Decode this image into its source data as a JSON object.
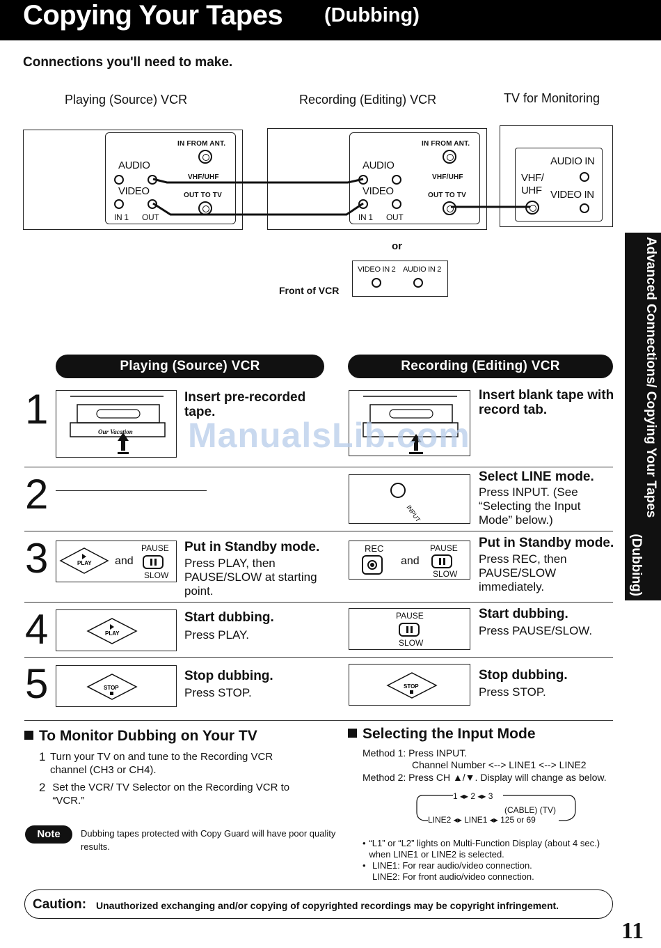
{
  "header": {
    "title": "Copying Your Tapes",
    "title_paren": "(Dubbing)"
  },
  "connections": {
    "heading": "Connections you'll need to make.",
    "source_vcr_label": "Playing (Source) VCR",
    "recording_vcr_label": "Recording (Editing) VCR",
    "tv_label": "TV for Monitoring",
    "panel": {
      "in_from_ant": "IN FROM ANT.",
      "audio": "AUDIO",
      "video": "VIDEO",
      "vhf_uhf": "VHF/UHF",
      "out_to_tv": "OUT TO TV",
      "in1": "IN 1",
      "out": "OUT"
    },
    "tv_panel": {
      "audio_in": "AUDIO IN",
      "video_in": "VIDEO IN",
      "vhf": "VHF/",
      "uhf": "UHF"
    },
    "or": "or",
    "front_of_vcr": "Front of VCR",
    "video_in2": "VIDEO IN 2",
    "audio_in2": "AUDIO IN 2"
  },
  "columns": {
    "left": "Playing (Source) VCR",
    "right": "Recording (Editing) VCR"
  },
  "watermark": "ManualsLib.com",
  "side_tab": {
    "line1": "Advanced Connections/ Copying Your Tapes",
    "line2": "(Dubbing)"
  },
  "steps": [
    {
      "num": "1",
      "left": {
        "title": "Insert pre-recorded tape.",
        "text": "",
        "label": "Our Vacation"
      },
      "right": {
        "title": "Insert blank tape with record tab.",
        "text": ""
      }
    },
    {
      "num": "2",
      "left": {
        "title": "",
        "text": ""
      },
      "right": {
        "title": "Select LINE mode.",
        "text": "Press INPUT. (See “Selecting the Input Mode” below.)",
        "button": "INPUT"
      }
    },
    {
      "num": "3",
      "left": {
        "title": "Put in Standby mode.",
        "text": "Press PLAY, then PAUSE/SLOW at starting point.",
        "and": "and",
        "play": "PLAY",
        "pause": "PAUSE",
        "slow": "SLOW"
      },
      "right": {
        "title": "Put in Standby mode.",
        "text": "Press REC, then PAUSE/SLOW immediately.",
        "and": "and",
        "rec": "REC",
        "pause": "PAUSE",
        "slow": "SLOW"
      }
    },
    {
      "num": "4",
      "left": {
        "title": "Start dubbing.",
        "text": "Press PLAY.",
        "play": "PLAY"
      },
      "right": {
        "title": "Start dubbing.",
        "text": "Press PAUSE/SLOW.",
        "pause": "PAUSE",
        "slow": "SLOW"
      }
    },
    {
      "num": "5",
      "left": {
        "title": "Stop dubbing.",
        "text": "Press STOP.",
        "stop": "STOP"
      },
      "right": {
        "title": "Stop dubbing.",
        "text": "Press STOP.",
        "stop": "STOP"
      }
    }
  ],
  "monitor": {
    "title": "To Monitor Dubbing on Your TV",
    "items": [
      {
        "num": "1",
        "text": "Turn your TV on and tune to the Recording VCR channel (CH3 or CH4)."
      },
      {
        "num": "2",
        "text": "Set the VCR/ TV Selector on the Recording VCR to “VCR.”"
      }
    ],
    "note_label": "Note",
    "note_text": "Dubbing tapes protected with Copy Guard will have poor quality results."
  },
  "input_mode": {
    "title": "Selecting the Input Mode",
    "method1": "Method 1: Press INPUT.",
    "method1_b": "Channel Number <--> LINE1 <--> LINE2",
    "method2": "Method 2: Press CH ▲/▼. Display will change as below.",
    "cycle_top": "1 ◂▸ 2 ◂▸ 3",
    "cycle_mid": "(CABLE) (TV)",
    "cycle_bottom": "LINE2 ◂▸ LINE1 ◂▸ 125 or 69",
    "bullets": [
      "“L1” or “L2” lights on Multi-Function Display (about 4 sec.) when LINE1 or LINE2 is selected.",
      "LINE1: For rear audio/video connection.",
      "LINE2: For front audio/video connection."
    ]
  },
  "caution": {
    "label": "Caution:",
    "text": "Unauthorized exchanging and/or copying of copyrighted recordings may be copyright infringement."
  },
  "page_number": "11"
}
